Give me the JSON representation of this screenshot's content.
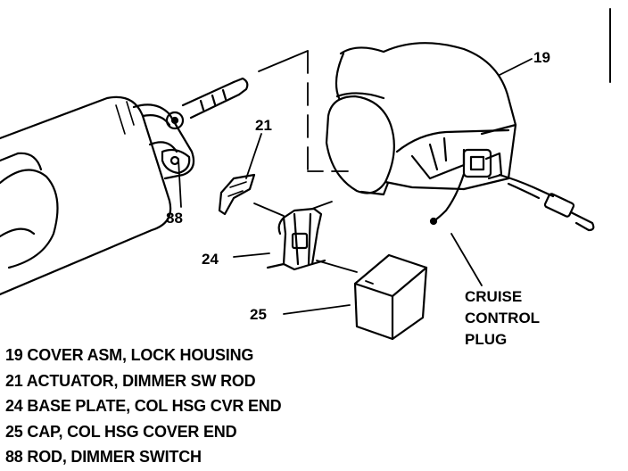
{
  "callouts": {
    "part_19": "19",
    "part_21": "21",
    "part_24": "24",
    "part_25": "25",
    "part_88": "88",
    "cruise_plug_line1": "CRUISE",
    "cruise_plug_line2": "CONTROL",
    "cruise_plug_line3": "PLUG"
  },
  "legend": [
    "19 COVER ASM, LOCK HOUSING",
    "21 ACTUATOR, DIMMER SW ROD",
    "24 BASE PLATE, COL HSG CVR END",
    "25 CAP, COL HSG COVER END",
    "88 ROD, DIMMER SWITCH"
  ]
}
